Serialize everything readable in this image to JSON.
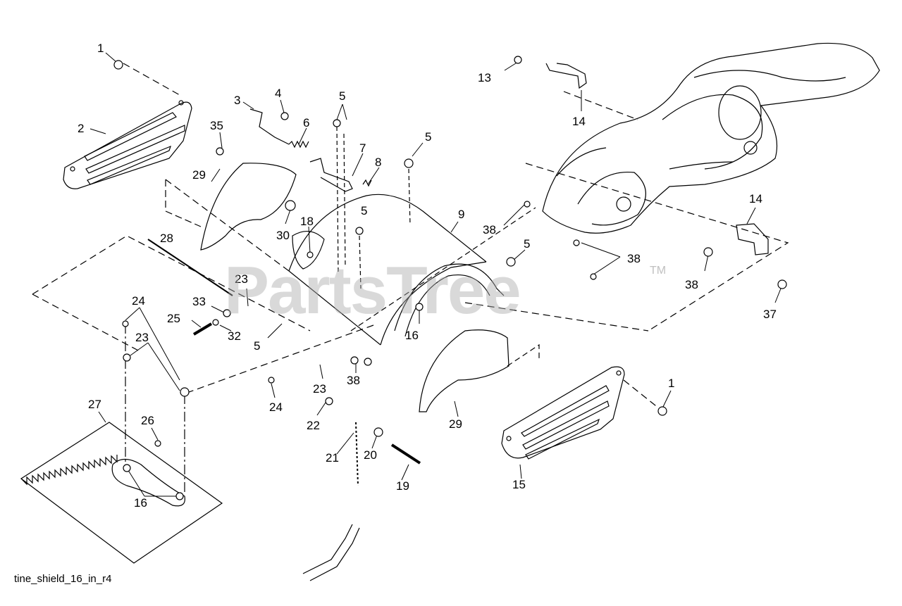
{
  "caption": "tine_shield_16_in_r4",
  "watermark": {
    "text": "PartsTree",
    "trademark": "TM"
  },
  "callouts": [
    {
      "id": "c1a",
      "text": "1"
    },
    {
      "id": "c2",
      "text": "2"
    },
    {
      "id": "c3",
      "text": "3"
    },
    {
      "id": "c4",
      "text": "4"
    },
    {
      "id": "c5a",
      "text": "5"
    },
    {
      "id": "c5b",
      "text": "5"
    },
    {
      "id": "c5c",
      "text": "5"
    },
    {
      "id": "c5d",
      "text": "5"
    },
    {
      "id": "c5e",
      "text": "5"
    },
    {
      "id": "c6",
      "text": "6"
    },
    {
      "id": "c7",
      "text": "7"
    },
    {
      "id": "c8",
      "text": "8"
    },
    {
      "id": "c9",
      "text": "9"
    },
    {
      "id": "c13",
      "text": "13"
    },
    {
      "id": "c14a",
      "text": "14"
    },
    {
      "id": "c14b",
      "text": "14"
    },
    {
      "id": "c15",
      "text": "15"
    },
    {
      "id": "c16a",
      "text": "16"
    },
    {
      "id": "c16b",
      "text": "16"
    },
    {
      "id": "c18",
      "text": "18"
    },
    {
      "id": "c19",
      "text": "19"
    },
    {
      "id": "c20",
      "text": "20"
    },
    {
      "id": "c21",
      "text": "21"
    },
    {
      "id": "c22",
      "text": "22"
    },
    {
      "id": "c23a",
      "text": "23"
    },
    {
      "id": "c23b",
      "text": "23"
    },
    {
      "id": "c23c",
      "text": "23"
    },
    {
      "id": "c24a",
      "text": "24"
    },
    {
      "id": "c24b",
      "text": "24"
    },
    {
      "id": "c25",
      "text": "25"
    },
    {
      "id": "c26",
      "text": "26"
    },
    {
      "id": "c27",
      "text": "27"
    },
    {
      "id": "c28",
      "text": "28"
    },
    {
      "id": "c29a",
      "text": "29"
    },
    {
      "id": "c29b",
      "text": "29"
    },
    {
      "id": "c30",
      "text": "30"
    },
    {
      "id": "c32",
      "text": "32"
    },
    {
      "id": "c33",
      "text": "33"
    },
    {
      "id": "c35",
      "text": "35"
    },
    {
      "id": "c37",
      "text": "37"
    },
    {
      "id": "c38a",
      "text": "38"
    },
    {
      "id": "c38b",
      "text": "38"
    },
    {
      "id": "c38c",
      "text": "38"
    },
    {
      "id": "c38d",
      "text": "38"
    },
    {
      "id": "c1b",
      "text": "1"
    }
  ]
}
